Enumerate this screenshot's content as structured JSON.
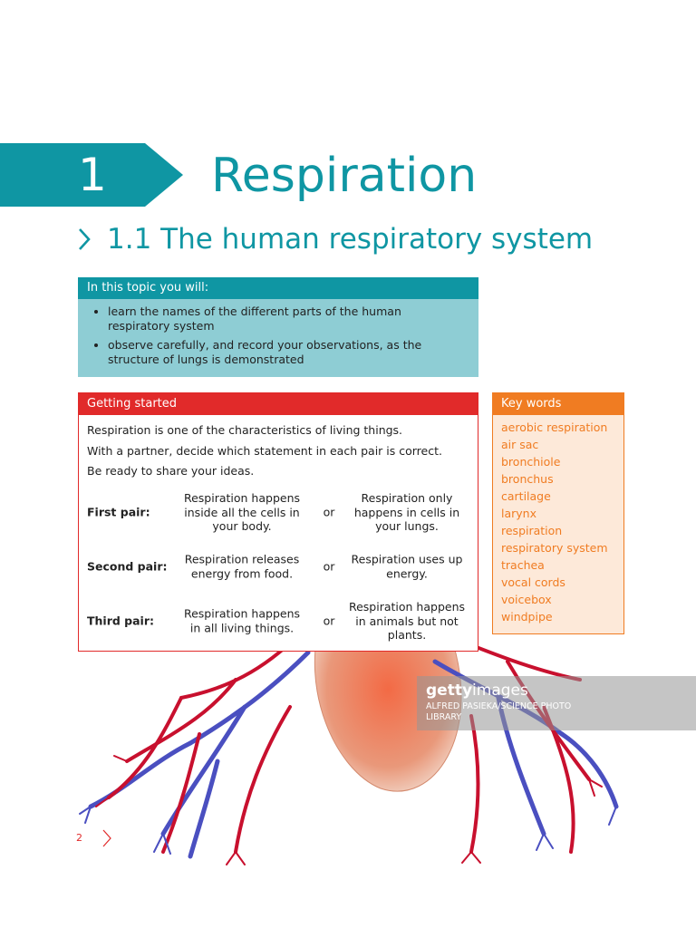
{
  "chapter": {
    "number": "1",
    "title": "Respiration"
  },
  "section": {
    "title": "1.1  The human respiratory system"
  },
  "topic_box": {
    "header": "In this topic you will:",
    "items": [
      "learn the names of the different parts of the human respiratory system",
      "observe carefully, and record your observations, as the structure of lungs is demonstrated"
    ]
  },
  "getting_started": {
    "header": "Getting started",
    "intro": [
      "Respiration is one of the characteristics of living things.",
      "With a partner, decide which statement in each pair is correct.",
      "Be ready to share your ideas."
    ],
    "pairs": [
      {
        "label": "First pair:",
        "a": "Respiration happens inside all the cells in your body.",
        "or": "or",
        "b": "Respiration only happens in cells in your lungs."
      },
      {
        "label": "Second pair:",
        "a": "Respiration releases energy from food.",
        "or": "or",
        "b": "Respiration uses up energy."
      },
      {
        "label": "Third pair:",
        "a": "Respiration happens in all living things.",
        "or": "or",
        "b": "Respiration happens in animals but not plants."
      }
    ]
  },
  "key_words": {
    "header": "Key words",
    "items": [
      "aerobic respiration",
      "air sac",
      "bronchiole",
      "bronchus",
      "cartilage",
      "larynx",
      "respiration",
      "respiratory system",
      "trachea",
      "vocal cords",
      "voicebox",
      "windpipe"
    ]
  },
  "watermark": {
    "brand_bold": "getty",
    "brand_rest": "images",
    "credit": "ALFRED PASIEKA/SCIENCE PHOTO LIBRARY"
  },
  "page": {
    "number": "2"
  },
  "colors": {
    "teal": "#0f96a3",
    "light_teal": "#8ecdd4",
    "red": "#e12a2a",
    "orange": "#f07c22",
    "artery_red": "#c8102e",
    "vein_blue": "#4a4fc0"
  }
}
